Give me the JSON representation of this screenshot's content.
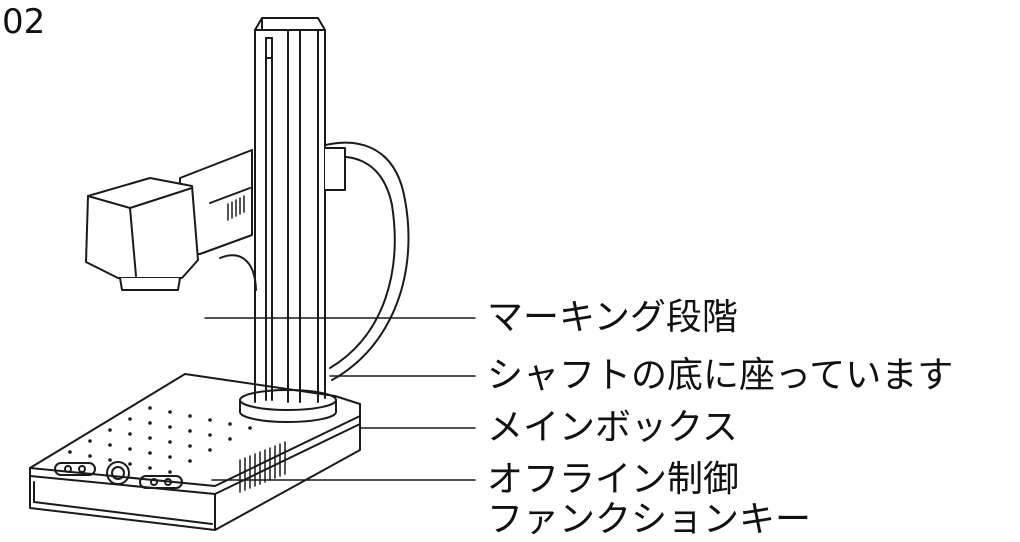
{
  "figure_number": "02",
  "labels": {
    "marking_stage": "マーキング段階",
    "shaft_base": "シャフトの底に座っています",
    "main_box": "メインボックス",
    "offline_key_line1": "オフライン制御",
    "offline_key_line2": "ファンクションキー"
  }
}
